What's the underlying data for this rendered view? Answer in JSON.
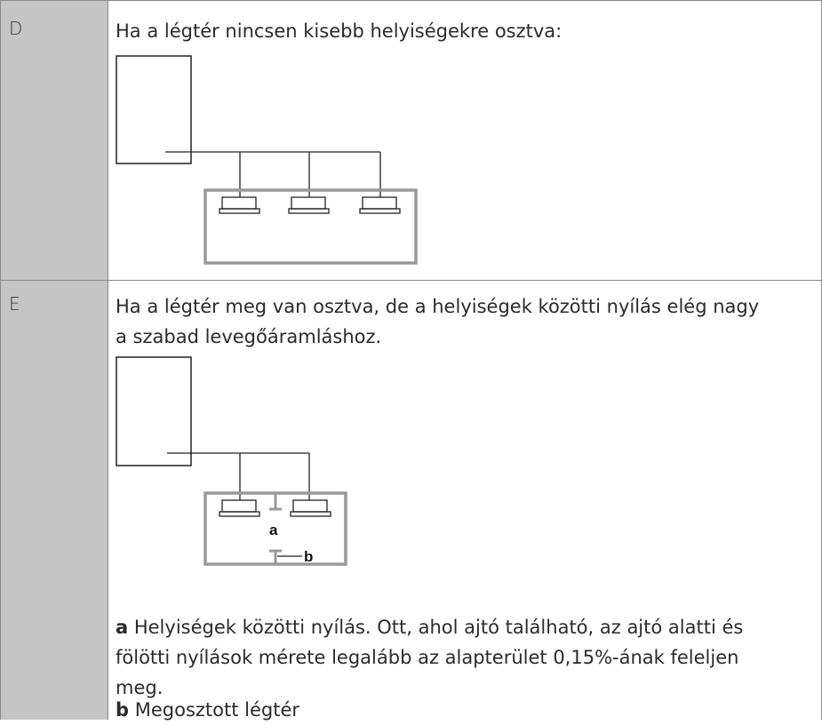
{
  "rows": [
    {
      "label": "D",
      "heading": "Ha a légtér nincsen kisebb helyiségekre osztva:"
    },
    {
      "label": "E",
      "heading_line1": "Ha a légtér meg van osztva, de a helyiségek közötti nyílás elég nagy",
      "heading_line2": "a szabad levegőáramláshoz.",
      "diagram_labels": {
        "a": "a",
        "b": "b"
      },
      "notes": [
        {
          "key": "a",
          "line1": " Helyiségek közötti nyílás. Ott, ahol ajtó található, az ajtó alatti és",
          "line2": "fölötti nyílások mérete legalább az alapterület 0,15%-ának feleljen",
          "line3": "meg."
        },
        {
          "key": "b",
          "line1": " Megosztott légtér"
        }
      ]
    }
  ]
}
